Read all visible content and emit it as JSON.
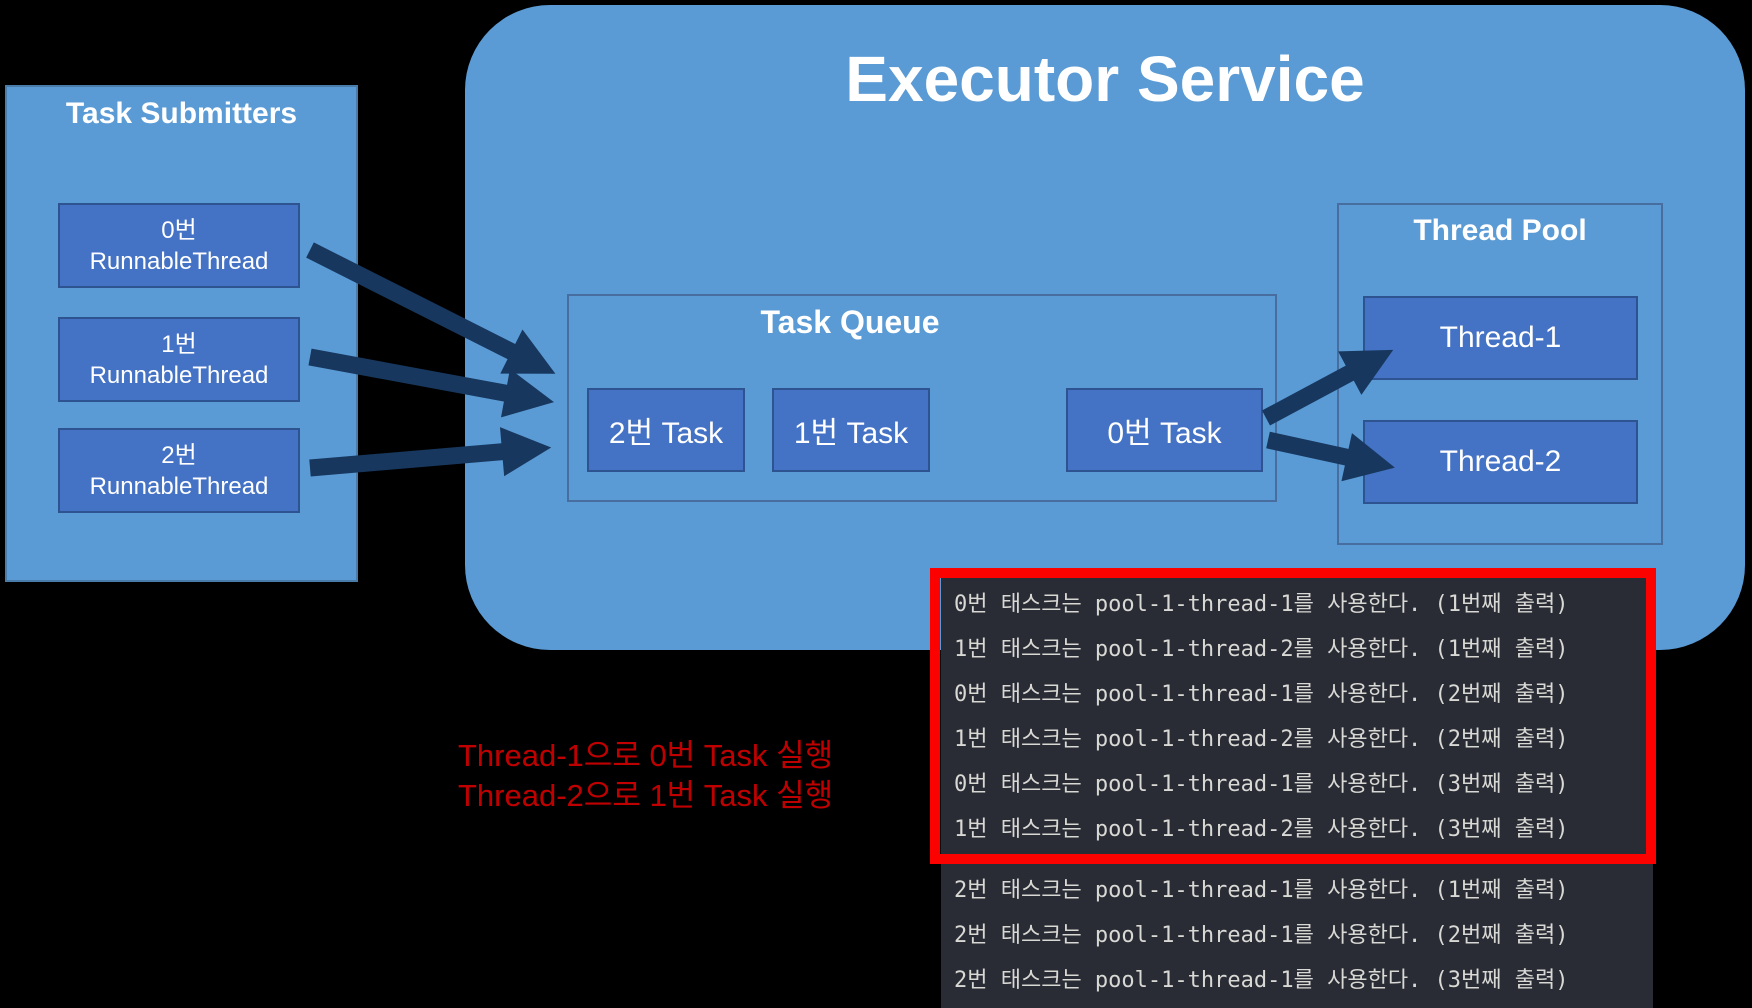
{
  "task_submitters": {
    "title": "Task Submitters",
    "items": [
      "0번\nRunnableThread",
      "1번\nRunnableThread",
      "2번\nRunnableThread"
    ]
  },
  "executor": {
    "title": "Executor Service"
  },
  "task_queue": {
    "title": "Task Queue",
    "tasks": [
      "2번 Task",
      "1번 Task",
      "0번 Task"
    ]
  },
  "thread_pool": {
    "title": "Thread Pool",
    "threads": [
      "Thread-1",
      "Thread-2"
    ]
  },
  "annotation": {
    "lines": [
      "Thread-1으로 0번 Task 실행",
      "Thread-2으로 1번 Task 실행"
    ]
  },
  "console": {
    "highlighted_lines": [
      "0번 태스크는 pool-1-thread-1를 사용한다. (1번째 출력)",
      "1번 태스크는 pool-1-thread-2를 사용한다. (1번째 출력)",
      "0번 태스크는 pool-1-thread-1를 사용한다. (2번째 출력)",
      "1번 태스크는 pool-1-thread-2를 사용한다. (2번째 출력)",
      "0번 태스크는 pool-1-thread-1를 사용한다. (3번째 출력)",
      "1번 태스크는 pool-1-thread-2를 사용한다. (3번째 출력)"
    ],
    "trailing_lines": [
      "2번 태스크는 pool-1-thread-1를 사용한다. (1번째 출력)",
      "2번 태스크는 pool-1-thread-1를 사용한다. (2번째 출력)",
      "2번 태스크는 pool-1-thread-1를 사용한다. (3번째 출력)"
    ]
  },
  "colors": {
    "panel_blue": "#5b9bd5",
    "box_blue": "#4472c4",
    "box_border": "#2d5391",
    "outline_border": "#476e9e",
    "arrow_navy": "#17375e",
    "console_bg": "#292b35",
    "console_text": "#d8d8d4",
    "highlight_red": "#fb0200",
    "annotation_red": "#c00000",
    "background": "#000000"
  }
}
